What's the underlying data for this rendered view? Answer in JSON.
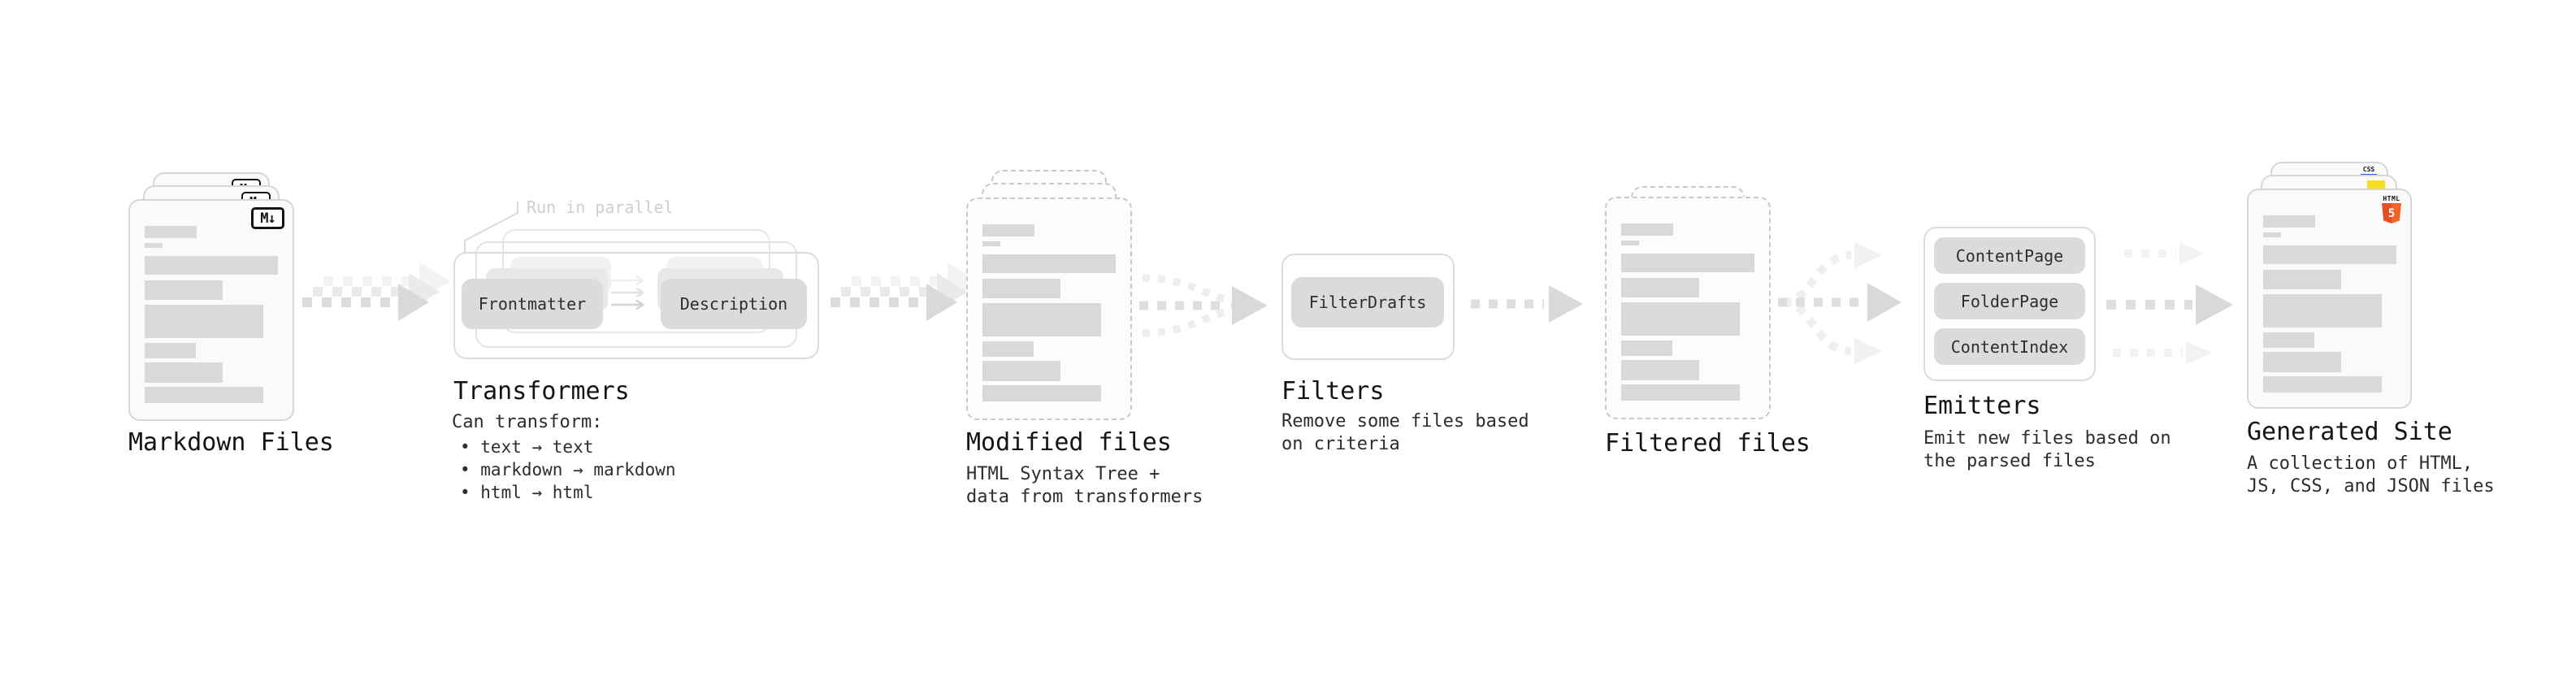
{
  "stages": {
    "markdown_files": {
      "label": "Markdown Files",
      "badge": "M↓",
      "file_count": 3
    },
    "transformers": {
      "label": "Transformers",
      "note": "Run in parallel",
      "input_box": "Frontmatter",
      "output_box": "Description",
      "desc_heading": "Can transform:",
      "bullets": [
        "• text → text",
        "• markdown → markdown",
        "• html → html"
      ]
    },
    "modified_files": {
      "label": "Modified files",
      "desc": "HTML Syntax Tree +\ndata from transformers"
    },
    "filters": {
      "label": "Filters",
      "box": "FilterDrafts",
      "desc": "Remove some files based\non criteria"
    },
    "filtered_files": {
      "label": "Filtered files"
    },
    "emitters": {
      "label": "Emitters",
      "boxes": [
        "ContentPage",
        "FolderPage",
        "ContentIndex"
      ],
      "desc": "Emit new files based on\nthe parsed files"
    },
    "generated_site": {
      "label": "Generated Site",
      "desc": "A collection of HTML,\nJS, CSS, and JSON files",
      "badges": {
        "css": "CSS",
        "html_word": "HTML",
        "html_number": "5"
      }
    }
  },
  "icons": {
    "markdown_file_icon": "M↓ boxed glyph",
    "html5_logo_icon": "orange HTML5 shield",
    "js_logo_icon": "yellow square",
    "css_logo_icon": "CSS word with blue underline",
    "flow_arrow_icon": "gray dashed right arrow",
    "parallel_leader_line": "elbow leader line"
  },
  "colors": {
    "html5_orange": "#e44d26",
    "html5_orange_light": "#f16529",
    "js_yellow": "#f7df1e",
    "css_blue": "#2965f1",
    "badge_ink": "#141414",
    "doc_bar_gray": "#d9d9d9",
    "pill_gray": "#dbdbdb",
    "arrow_gray": "#dcdcdc",
    "arrow_ghost_gray": "#f1f1f1",
    "note_gray": "#cfcfcf"
  }
}
